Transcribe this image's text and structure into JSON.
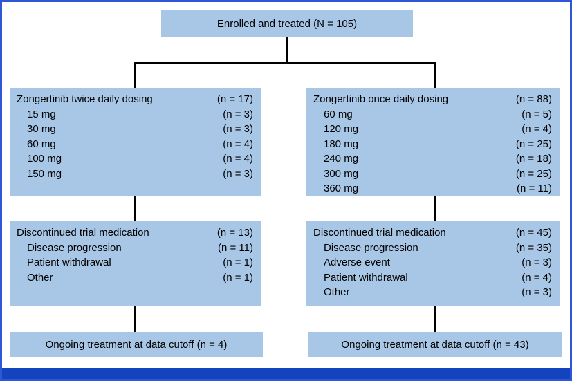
{
  "colors": {
    "box_fill": "#a8c7e6",
    "frame_border": "#2e56d6",
    "bottom_bar": "#1443bf",
    "connector": "#000000"
  },
  "enrolled": {
    "label": "Enrolled and treated (N = 105)"
  },
  "left": {
    "dosing": {
      "title": "Zongertinib twice daily dosing",
      "count": "(n = 17)",
      "rows": [
        {
          "label": "15 mg",
          "count": "(n = 3)"
        },
        {
          "label": "30 mg",
          "count": "(n = 3)"
        },
        {
          "label": "60 mg",
          "count": "(n = 4)"
        },
        {
          "label": "100 mg",
          "count": "(n = 4)"
        },
        {
          "label": "150 mg",
          "count": "(n = 3)"
        }
      ]
    },
    "discontinued": {
      "title": "Discontinued trial medication",
      "count": "(n = 13)",
      "rows": [
        {
          "label": "Disease progression",
          "count": "(n = 11)"
        },
        {
          "label": "Patient withdrawal",
          "count": "(n = 1)"
        },
        {
          "label": "Other",
          "count": "(n = 1)"
        }
      ]
    },
    "ongoing": {
      "label": "Ongoing treatment at data cutoff (n = 4)"
    }
  },
  "right": {
    "dosing": {
      "title": "Zongertinib once daily dosing",
      "count": "(n = 88)",
      "rows": [
        {
          "label": "60 mg",
          "count": "(n = 5)"
        },
        {
          "label": "120 mg",
          "count": "(n = 4)"
        },
        {
          "label": "180 mg",
          "count": "(n = 25)"
        },
        {
          "label": "240 mg",
          "count": "(n = 18)"
        },
        {
          "label": "300 mg",
          "count": "(n = 25)"
        },
        {
          "label": "360 mg",
          "count": "(n = 11)"
        }
      ]
    },
    "discontinued": {
      "title": "Discontinued trial medication",
      "count": "(n = 45)",
      "rows": [
        {
          "label": "Disease progression",
          "count": "(n = 35)"
        },
        {
          "label": "Adverse event",
          "count": "(n = 3)"
        },
        {
          "label": "Patient withdrawal",
          "count": "(n = 4)"
        },
        {
          "label": "Other",
          "count": "(n = 3)"
        }
      ]
    },
    "ongoing": {
      "label": "Ongoing treatment at data cutoff (n = 43)"
    }
  }
}
